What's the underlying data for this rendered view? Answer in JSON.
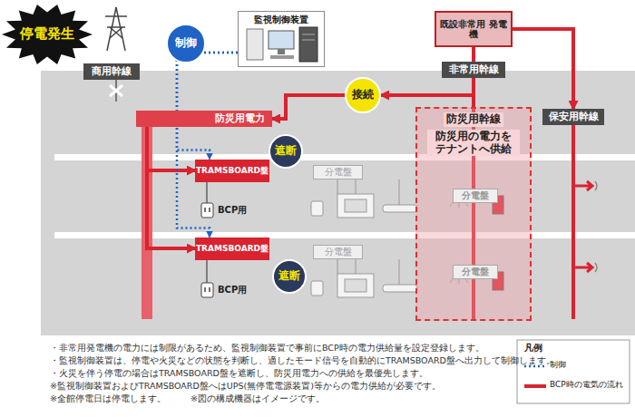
{
  "diagram": {
    "nodes": [
      {
        "text": [
          "停電発生"
        ]
      },
      {
        "text": [
          "商用幹線"
        ]
      },
      {
        "text": [
          "制御"
        ]
      },
      {
        "text": [
          "監視制御装置"
        ]
      },
      {
        "text": [
          "接続"
        ]
      },
      {
        "text": [
          "既設非常用 発電機"
        ]
      },
      {
        "text": [
          "非常用幹線"
        ]
      },
      {
        "text": [
          "防災用電力"
        ]
      },
      {
        "text": [
          "遮断"
        ]
      },
      {
        "text": [
          "TRAMSBOARD盤"
        ]
      },
      {
        "text": [
          "分電盤"
        ]
      },
      {
        "text": [
          "遮断"
        ]
      },
      {
        "text": [
          "TRAMSBOARD盤"
        ]
      },
      {
        "text": [
          "分電盤"
        ]
      },
      {
        "text": [
          "防災用幹線",
          "防災用の電力を テナントへ供給"
        ]
      },
      {
        "text": [
          "分電盤"
        ],
        "in": 14
      },
      {
        "text": [
          "分電盤"
        ],
        "in": 14
      },
      {
        "text": [
          "保安用幹線"
        ]
      }
    ],
    "edges": [
      {
        "from": 5,
        "to": 4,
        "arrow": "to"
      },
      {
        "from": 4,
        "to": 7,
        "arrow": "to"
      },
      {
        "from": 7,
        "to": 9,
        "arrow": "to"
      },
      {
        "from": 7,
        "to": 12,
        "arrow": "to"
      },
      {
        "from": 3,
        "to": 9,
        "arrow": "to"
      },
      {
        "from": 3,
        "to": 12,
        "arrow": "to"
      },
      {
        "from": 5,
        "to": 17,
        "arrow": "to"
      }
    ],
    "labels": [
      "BCP用",
      "BCP用",
      "・非常用発電機の電力には制限があるため、監視制御装置で事前にBCP時の電力供給量を設定登録します。",
      "・監視制御装置は、停電や火災などの状態を判断し、適したモード信号を自動的にTRAMSBOARD盤へ出力して制御します。",
      "・火災を伴う停電の場合はTRAMSBOARD盤を遮断し、防災用電力への供給を最優先します。",
      "※監視制御装置およびTRAMSBOARD盤へはUPS(無停電電源装置)等からの電力供給が必要です。",
      "※全館停電日は停電します。",
      "※図の構成機器はイメージです。",
      "凡例"
    ],
    "legend": [
      {
        "text": "制御"
      },
      {
        "text": "BCP時の電気の流れ"
      }
    ]
  }
}
